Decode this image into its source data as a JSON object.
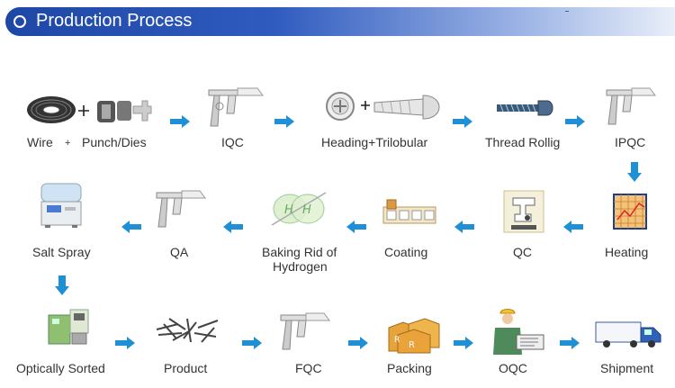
{
  "header": {
    "title": "Production Process"
  },
  "row1": {
    "wire": "Wire",
    "plus": "+",
    "punch": "Punch/Dies",
    "iqc": "IQC",
    "heading": "Heading+Trilobular",
    "thread": "Thread Rollig",
    "ipqc": "IPQC"
  },
  "row2": {
    "salt": "Salt Spray",
    "qa": "QA",
    "baking_1": "Baking Rid of",
    "baking_2": "Hydrogen",
    "coating": "Coating",
    "qc": "QC",
    "heating": "Heating"
  },
  "row3": {
    "optical": "Optically Sorted",
    "product": "Product",
    "fqc": "FQC",
    "packing": "Packing",
    "oqc": "OQC",
    "shipment": "Shipment"
  },
  "colors": {
    "header": "#2f5bbf",
    "arrow": "#1f8fd6"
  }
}
